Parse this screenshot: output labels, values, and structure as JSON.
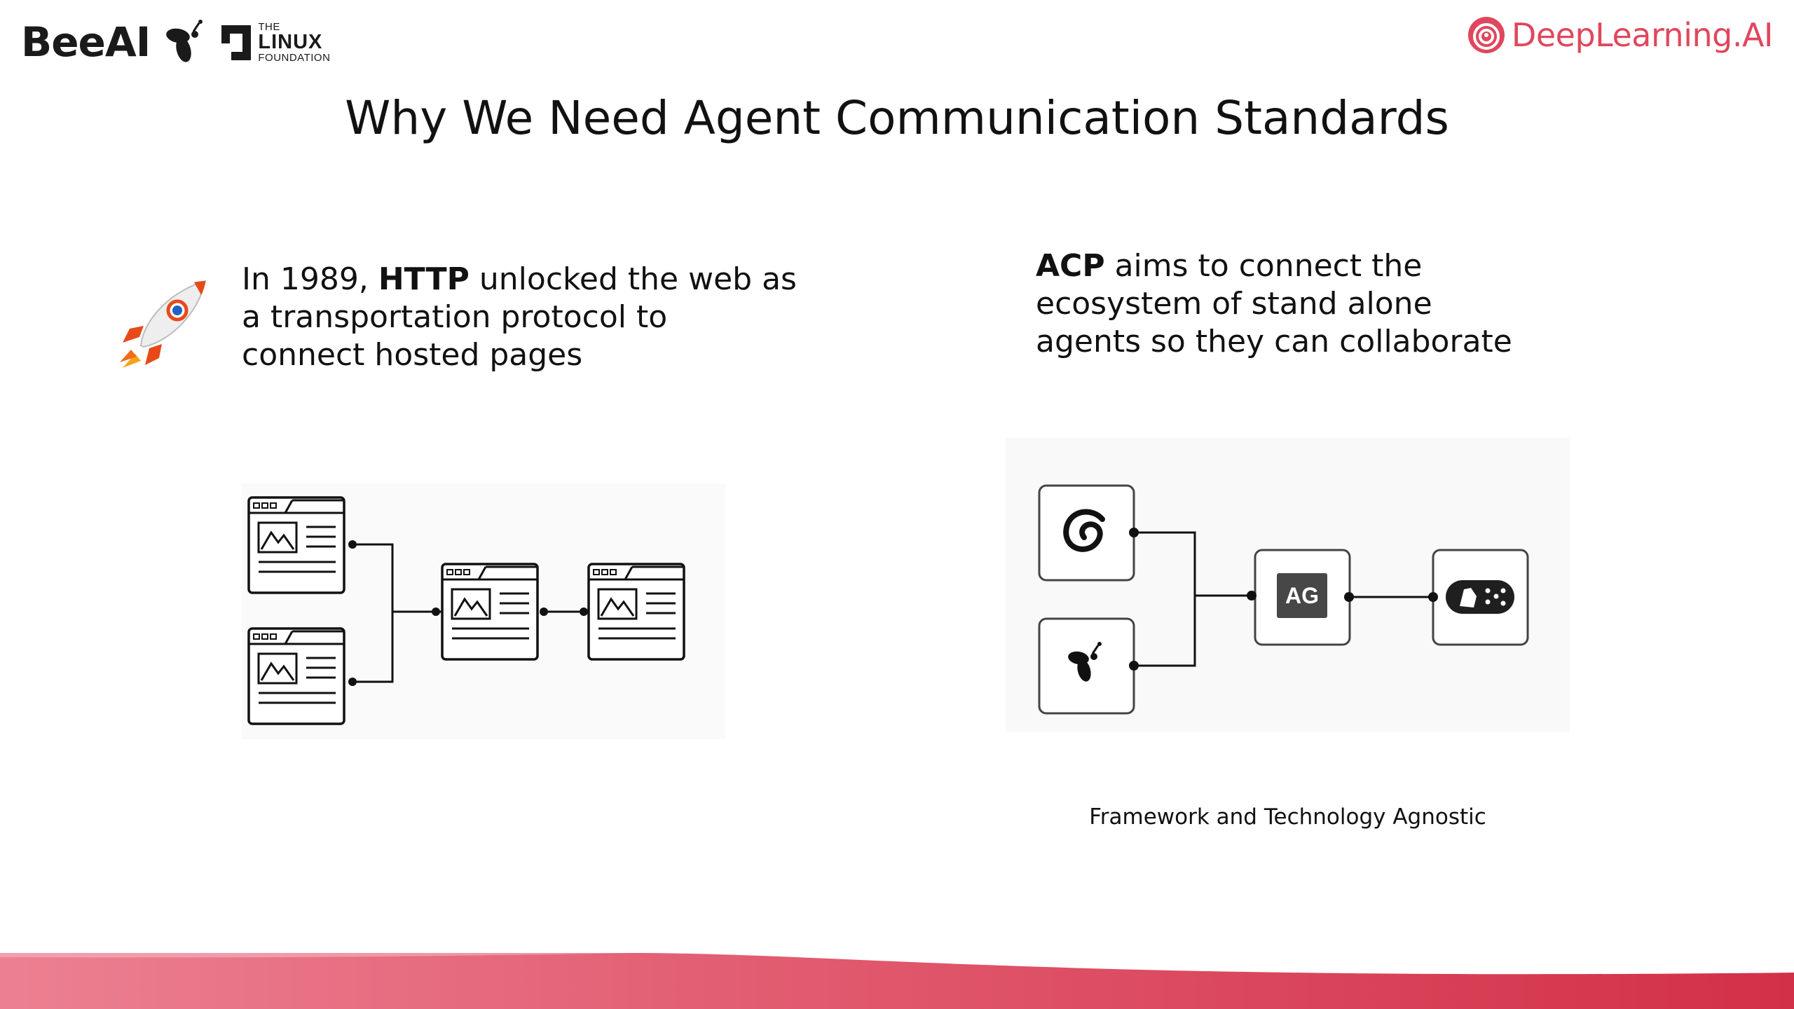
{
  "header": {
    "beeai_wordmark": "BeeAI",
    "linux_foundation": {
      "line1": "THE",
      "line2": "LINUX",
      "line3": "FOUNDATION"
    },
    "deeplearning_wordmark": "DeepLearning.AI"
  },
  "slide": {
    "title": "Why We Need Agent Communication Standards",
    "left": {
      "icon": "rocket-icon",
      "text_before": "In 1989, ",
      "text_bold": "HTTP",
      "text_line1_rest": " unlocked the web as",
      "text_line2": "a transportation protocol to",
      "text_line3": "connect hosted pages"
    },
    "right": {
      "text_bold": "ACP",
      "text_line1_rest": " aims to connect the",
      "text_line2": "ecosystem of stand alone",
      "text_line3": "agents so they can collaborate",
      "node_center_label": "AG",
      "caption": "Framework and Technology Agnostic"
    }
  },
  "colors": {
    "brand_red": "#e0475e",
    "footer_pink": "#e97a8c",
    "footer_red": "#d6394f",
    "text": "#111111"
  }
}
